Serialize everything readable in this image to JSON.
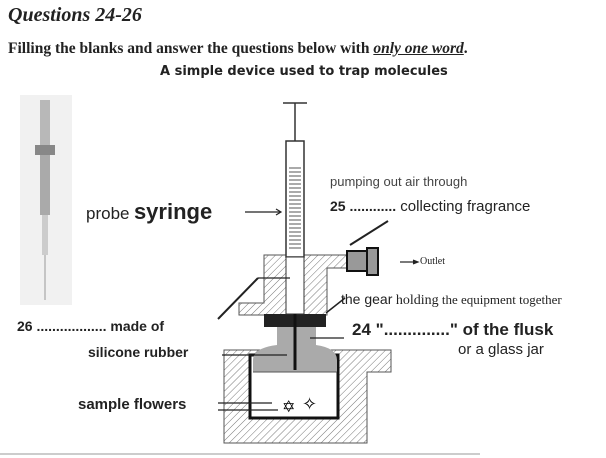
{
  "header": {
    "title": "Questions 24-26",
    "instruction_prefix": "Filling the blanks and answer the questions below with ",
    "instruction_emphasis": "only one word",
    "instruction_suffix": ".",
    "subtitle": "A simple device used to trap molecules"
  },
  "labels": {
    "probe": "probe",
    "syringe": "syringe",
    "pumping": "pumping out air  through",
    "q25_num": "25 ............",
    "q25_text": " collecting fragrance",
    "outlet": "Outlet",
    "gear_a": "the gear",
    "gear_b": " holding",
    "gear_c": " the equipment together",
    "q24": "24 \"..............\" of the flusk",
    "glass_jar": "or a glass jar",
    "q26": "26 .................. made of",
    "silicone": "silicone rubber",
    "sample": "sample flowers"
  }
}
